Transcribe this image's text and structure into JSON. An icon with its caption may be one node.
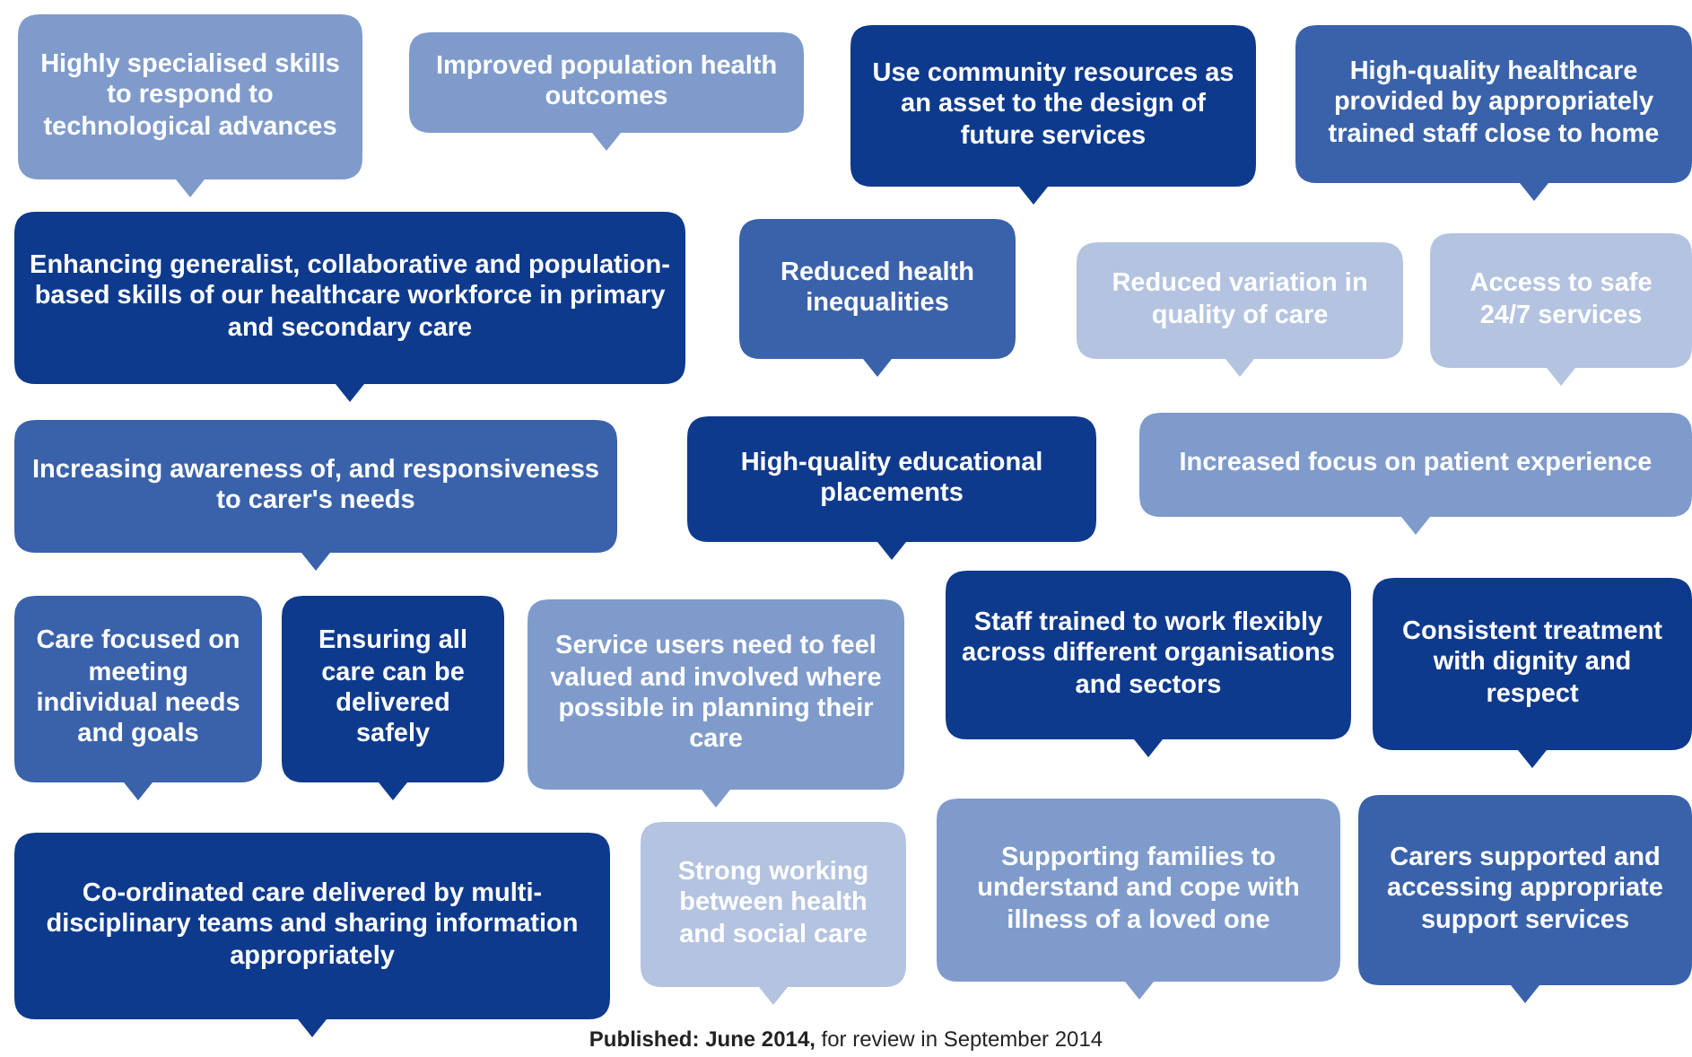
{
  "diagram": {
    "caption": "**Published: June 2014,** for review in September 2014",
    "nodes": [
      {
        "text": [
          "Highly specialised skills to respond to technological advances"
        ]
      },
      {
        "text": [
          "Improved population health outcomes"
        ]
      },
      {
        "text": [
          "Use community resources as an asset to the design of future services"
        ]
      },
      {
        "text": [
          "High-quality healthcare provided by appropriately trained staff close to home"
        ]
      },
      {
        "text": [
          "Enhancing generalist, collaborative and population-based skills of our healthcare workforce in primary and secondary care"
        ]
      },
      {
        "text": [
          "Reduced health inequalities"
        ]
      },
      {
        "text": [
          "Reduced variation in quality of care"
        ]
      },
      {
        "text": [
          "Access to safe 24/7 services"
        ]
      },
      {
        "text": [
          "Increasing awareness of, and responsiveness to carer's needs"
        ]
      },
      {
        "text": [
          "High-quality educational placements"
        ]
      },
      {
        "text": [
          "Increased focus on patient experience"
        ]
      },
      {
        "text": [
          "Care focused on meeting individual needs and goals"
        ]
      },
      {
        "text": [
          "Ensuring all care can be delivered safely"
        ]
      },
      {
        "text": [
          "Service users need to feel valued and involved where possible in planning their care"
        ]
      },
      {
        "text": [
          "Staff trained to work flexibly across different organisations and sectors"
        ]
      },
      {
        "text": [
          "Consistent treatment with dignity and respect"
        ]
      },
      {
        "text": [
          "Co-ordinated care delivered by multi-disciplinary teams and sharing information appropriately"
        ]
      },
      {
        "text": [
          "Strong working between health and social care"
        ]
      },
      {
        "text": [
          "Supporting families to understand and cope with illness of a loved one"
        ]
      },
      {
        "text": [
          "Carers supported and accessing appropriate support services"
        ]
      }
    ]
  }
}
